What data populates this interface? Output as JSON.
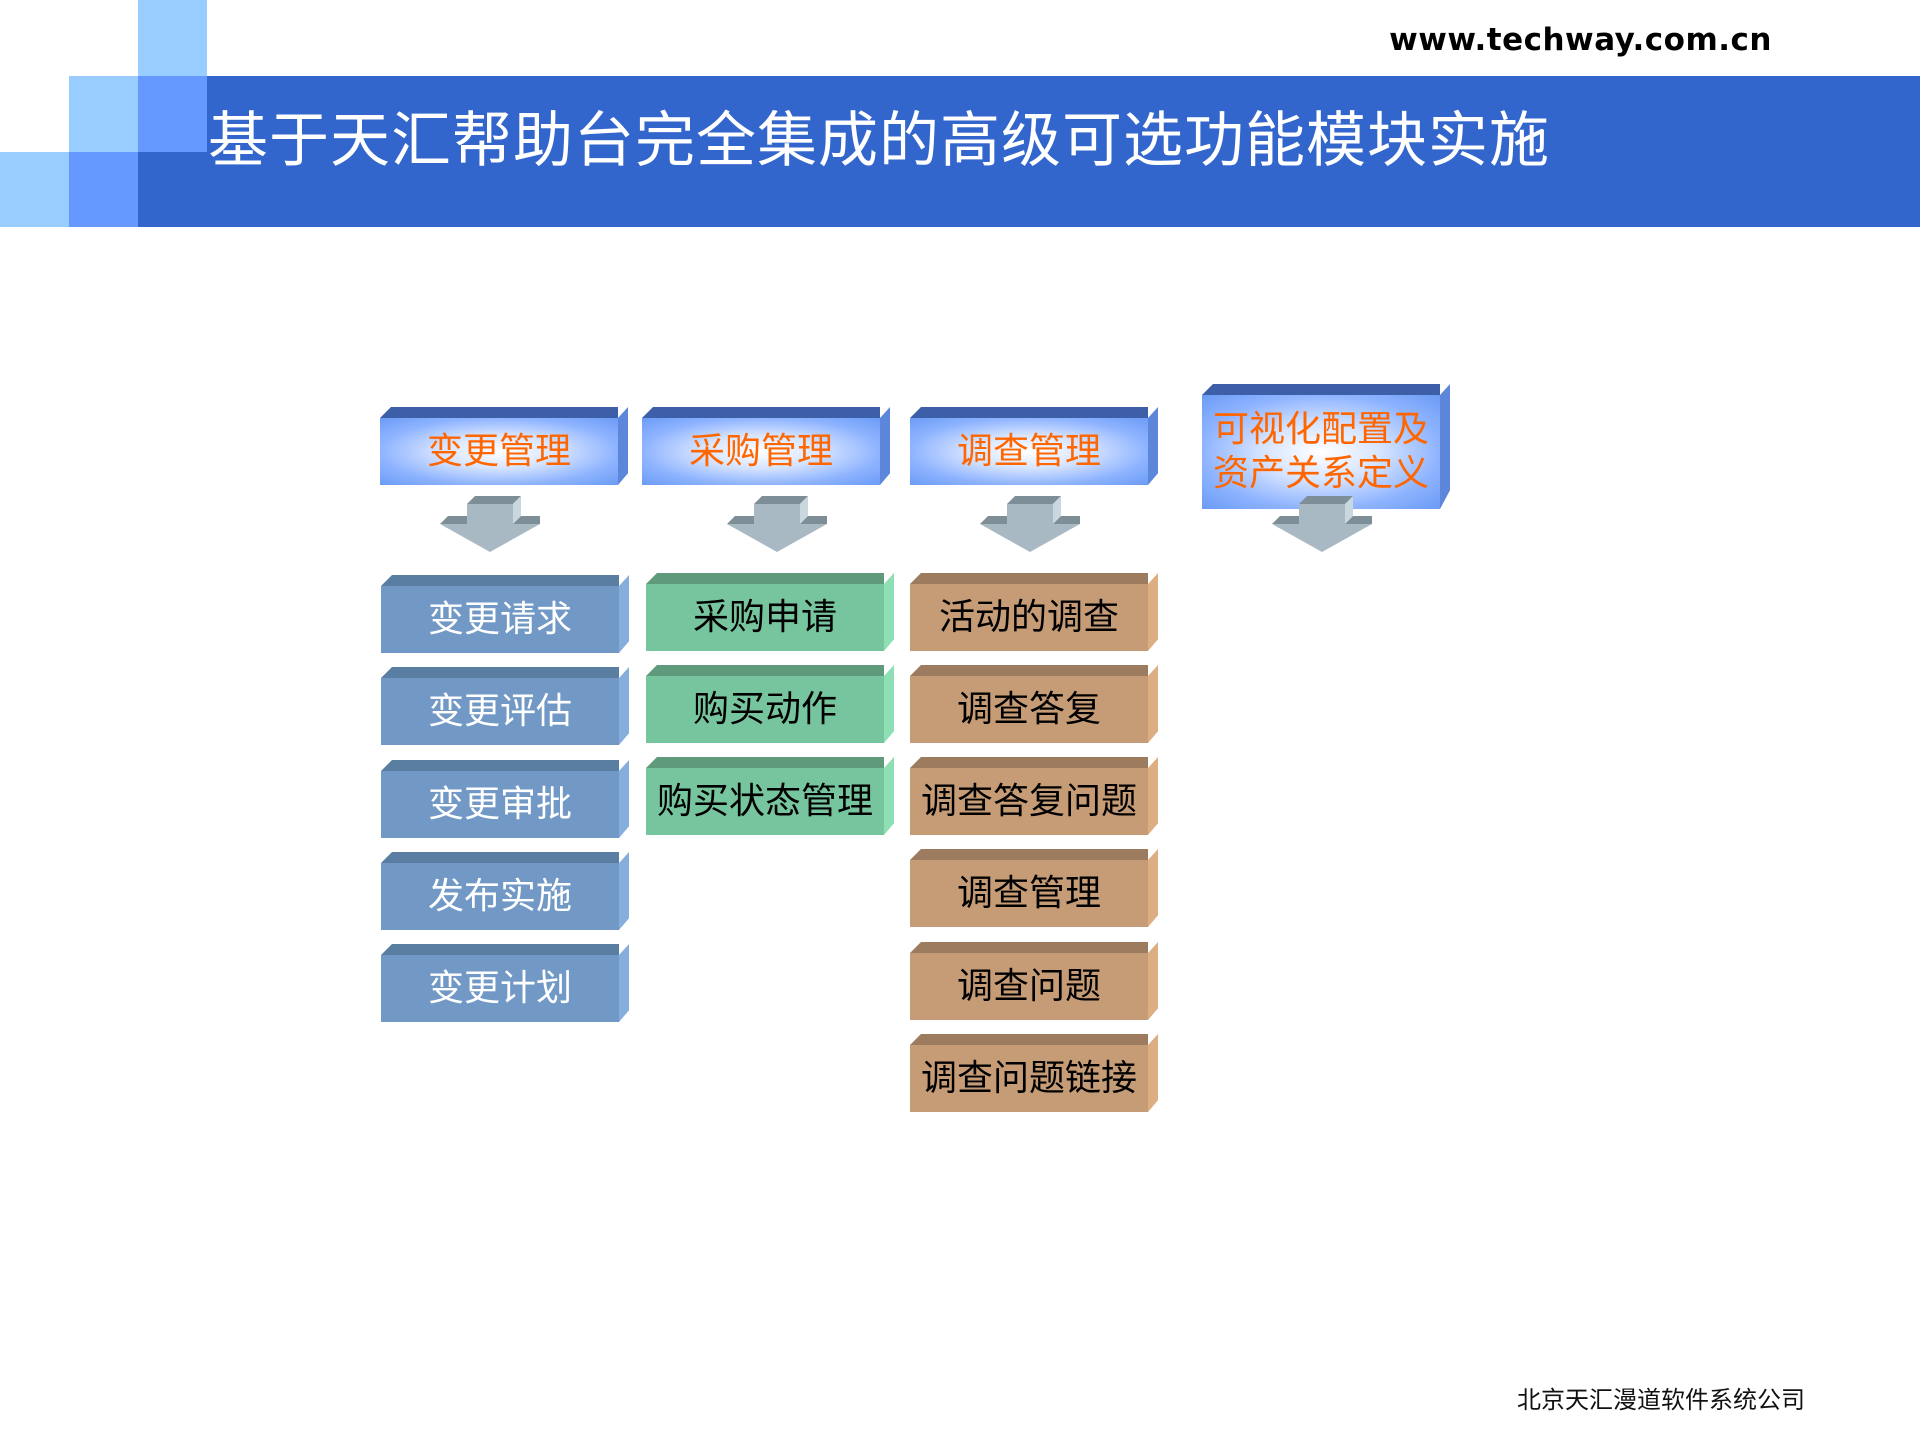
{
  "header": {
    "url": "www.techway.com.cn",
    "title": "基于天汇帮助台完全集成的高级可选功能模块实施"
  },
  "columns": [
    {
      "header": "变更管理",
      "color": "#7299C6",
      "items": [
        "变更请求",
        "变更评估",
        "变更审批",
        "发布实施",
        "变更计划"
      ]
    },
    {
      "header": "采购管理",
      "color": "#77C59E",
      "items": [
        "采购申请",
        "购买动作",
        "购买状态管理"
      ]
    },
    {
      "header": "调查管理",
      "color": "#C69C76",
      "items": [
        "活动的调查",
        "调查答复",
        "调查答复问题",
        "调查管理",
        "调查问题",
        "调查问题链接"
      ]
    },
    {
      "header_line1": "可视化配置及",
      "header_line2": "资产关系定义",
      "items": []
    }
  ],
  "colors": {
    "header_band": "#3366CC",
    "header_text": "#FF6600",
    "deco_light": "#99CCFF",
    "deco_mid": "#6699FF"
  },
  "footer": {
    "company": "北京天汇漫道软件系统公司"
  }
}
